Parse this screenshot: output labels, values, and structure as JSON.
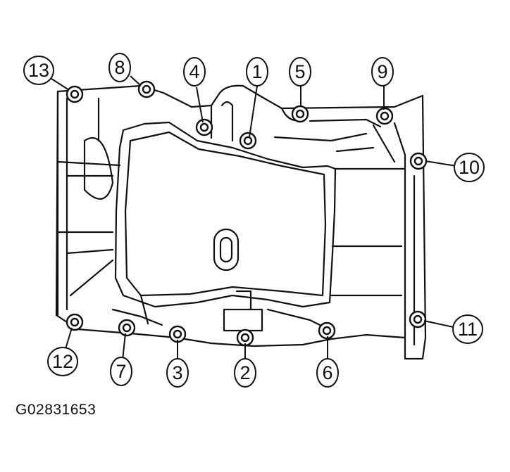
{
  "figure_id": "G02831653",
  "bolts": [
    {
      "id": "1",
      "label": "1"
    },
    {
      "id": "2",
      "label": "2"
    },
    {
      "id": "3",
      "label": "3"
    },
    {
      "id": "4",
      "label": "4"
    },
    {
      "id": "5",
      "label": "5"
    },
    {
      "id": "6",
      "label": "6"
    },
    {
      "id": "7",
      "label": "7"
    },
    {
      "id": "8",
      "label": "8"
    },
    {
      "id": "9",
      "label": "9"
    },
    {
      "id": "10",
      "label": "10"
    },
    {
      "id": "11",
      "label": "11"
    },
    {
      "id": "12",
      "label": "12"
    },
    {
      "id": "13",
      "label": "13"
    }
  ]
}
